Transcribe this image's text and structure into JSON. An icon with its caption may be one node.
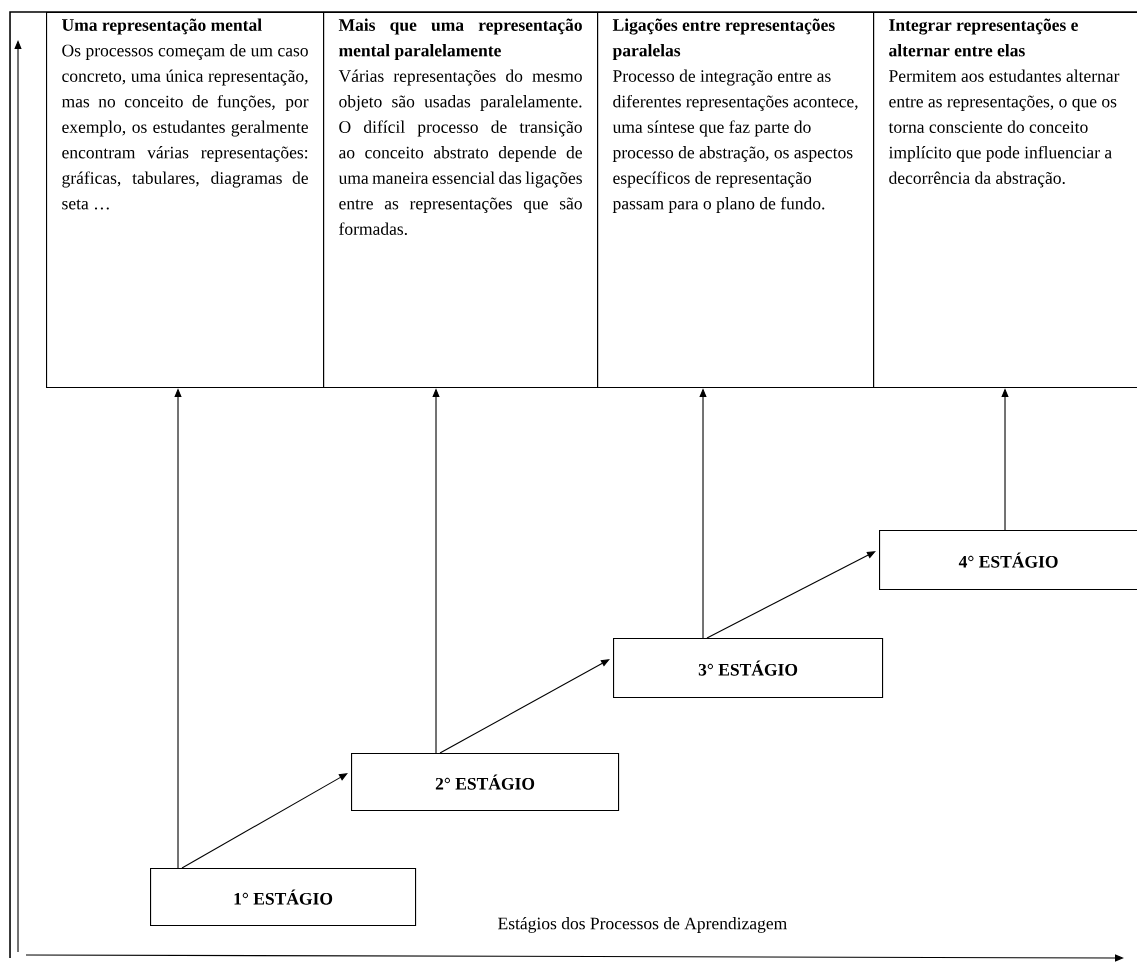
{
  "diagram": {
    "nodes": [
      {
        "text": [
          "Uma representação mental",
          "Os processos começam de um caso concreto, uma única representação, mas no conceito de funções, por exemplo, os estudantes geralmente encontram várias representações: gráficas, tabulares, diagramas de seta …"
        ]
      },
      {
        "text": [
          "Mais que uma representação mental paralelamente",
          "Várias representações do mesmo objeto são usadas paralelamente. O difícil processo de transição ao conceito abstrato depende de uma maneira essencial das ligações entre as representações que são formadas."
        ]
      },
      {
        "text": [
          "Ligações entre representações paralelas",
          "Processo de integração entre as diferentes representações acontece, uma síntese que faz parte do processo de abstração, os aspectos específicos de representação passam para o plano de fundo."
        ]
      },
      {
        "text": [
          "Integrar representações e alternar entre elas",
          "Permitem aos estudantes alternar entre as representações, o que os torna consciente do conceito implícito que pode influenciar a decorrência da abstração."
        ]
      },
      {
        "text": [
          "1° ESTÁGIO"
        ]
      },
      {
        "text": [
          "2° ESTÁGIO"
        ]
      },
      {
        "text": [
          "3° ESTÁGIO"
        ]
      },
      {
        "text": [
          "4° ESTÁGIO"
        ]
      }
    ],
    "edges": [
      {
        "from": 4,
        "to": 0,
        "arrow": "to"
      },
      {
        "from": 5,
        "to": 1,
        "arrow": "to"
      },
      {
        "from": 6,
        "to": 2,
        "arrow": "to"
      },
      {
        "from": 7,
        "to": 3,
        "arrow": "to"
      },
      {
        "from": 4,
        "to": 5,
        "arrow": "to"
      },
      {
        "from": 5,
        "to": 6,
        "arrow": "to"
      },
      {
        "from": 6,
        "to": 7,
        "arrow": "to"
      }
    ],
    "labels": [
      "Estágios dos Processos de Aprendizagem"
    ]
  }
}
